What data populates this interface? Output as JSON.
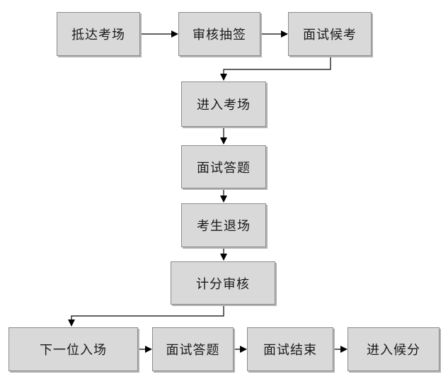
{
  "flowchart": {
    "nodes": {
      "arrive": "抵达考场",
      "review_draw": "审核抽签",
      "wait": "面试候考",
      "enter": "进入考场",
      "answer1": "面试答题",
      "exit": "考生退场",
      "score_review": "计分审核",
      "next": "下一位入场",
      "answer2": "面试答题",
      "end": "面试结束",
      "wait_score": "进入候分"
    }
  }
}
